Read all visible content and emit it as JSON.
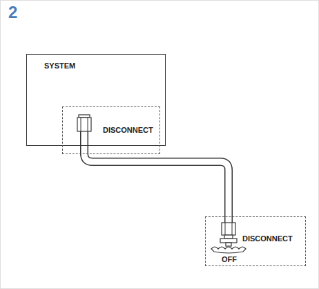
{
  "diagram": {
    "title": "2",
    "nodes": [
      {
        "text": [
          "SYSTEM"
        ]
      },
      {
        "text": [
          "DISCONNECT"
        ]
      },
      {
        "text": [
          "DISCONNECT",
          "OFF"
        ]
      }
    ],
    "edges": [
      {
        "from": 1,
        "to": 2,
        "arrow": "none"
      }
    ]
  }
}
